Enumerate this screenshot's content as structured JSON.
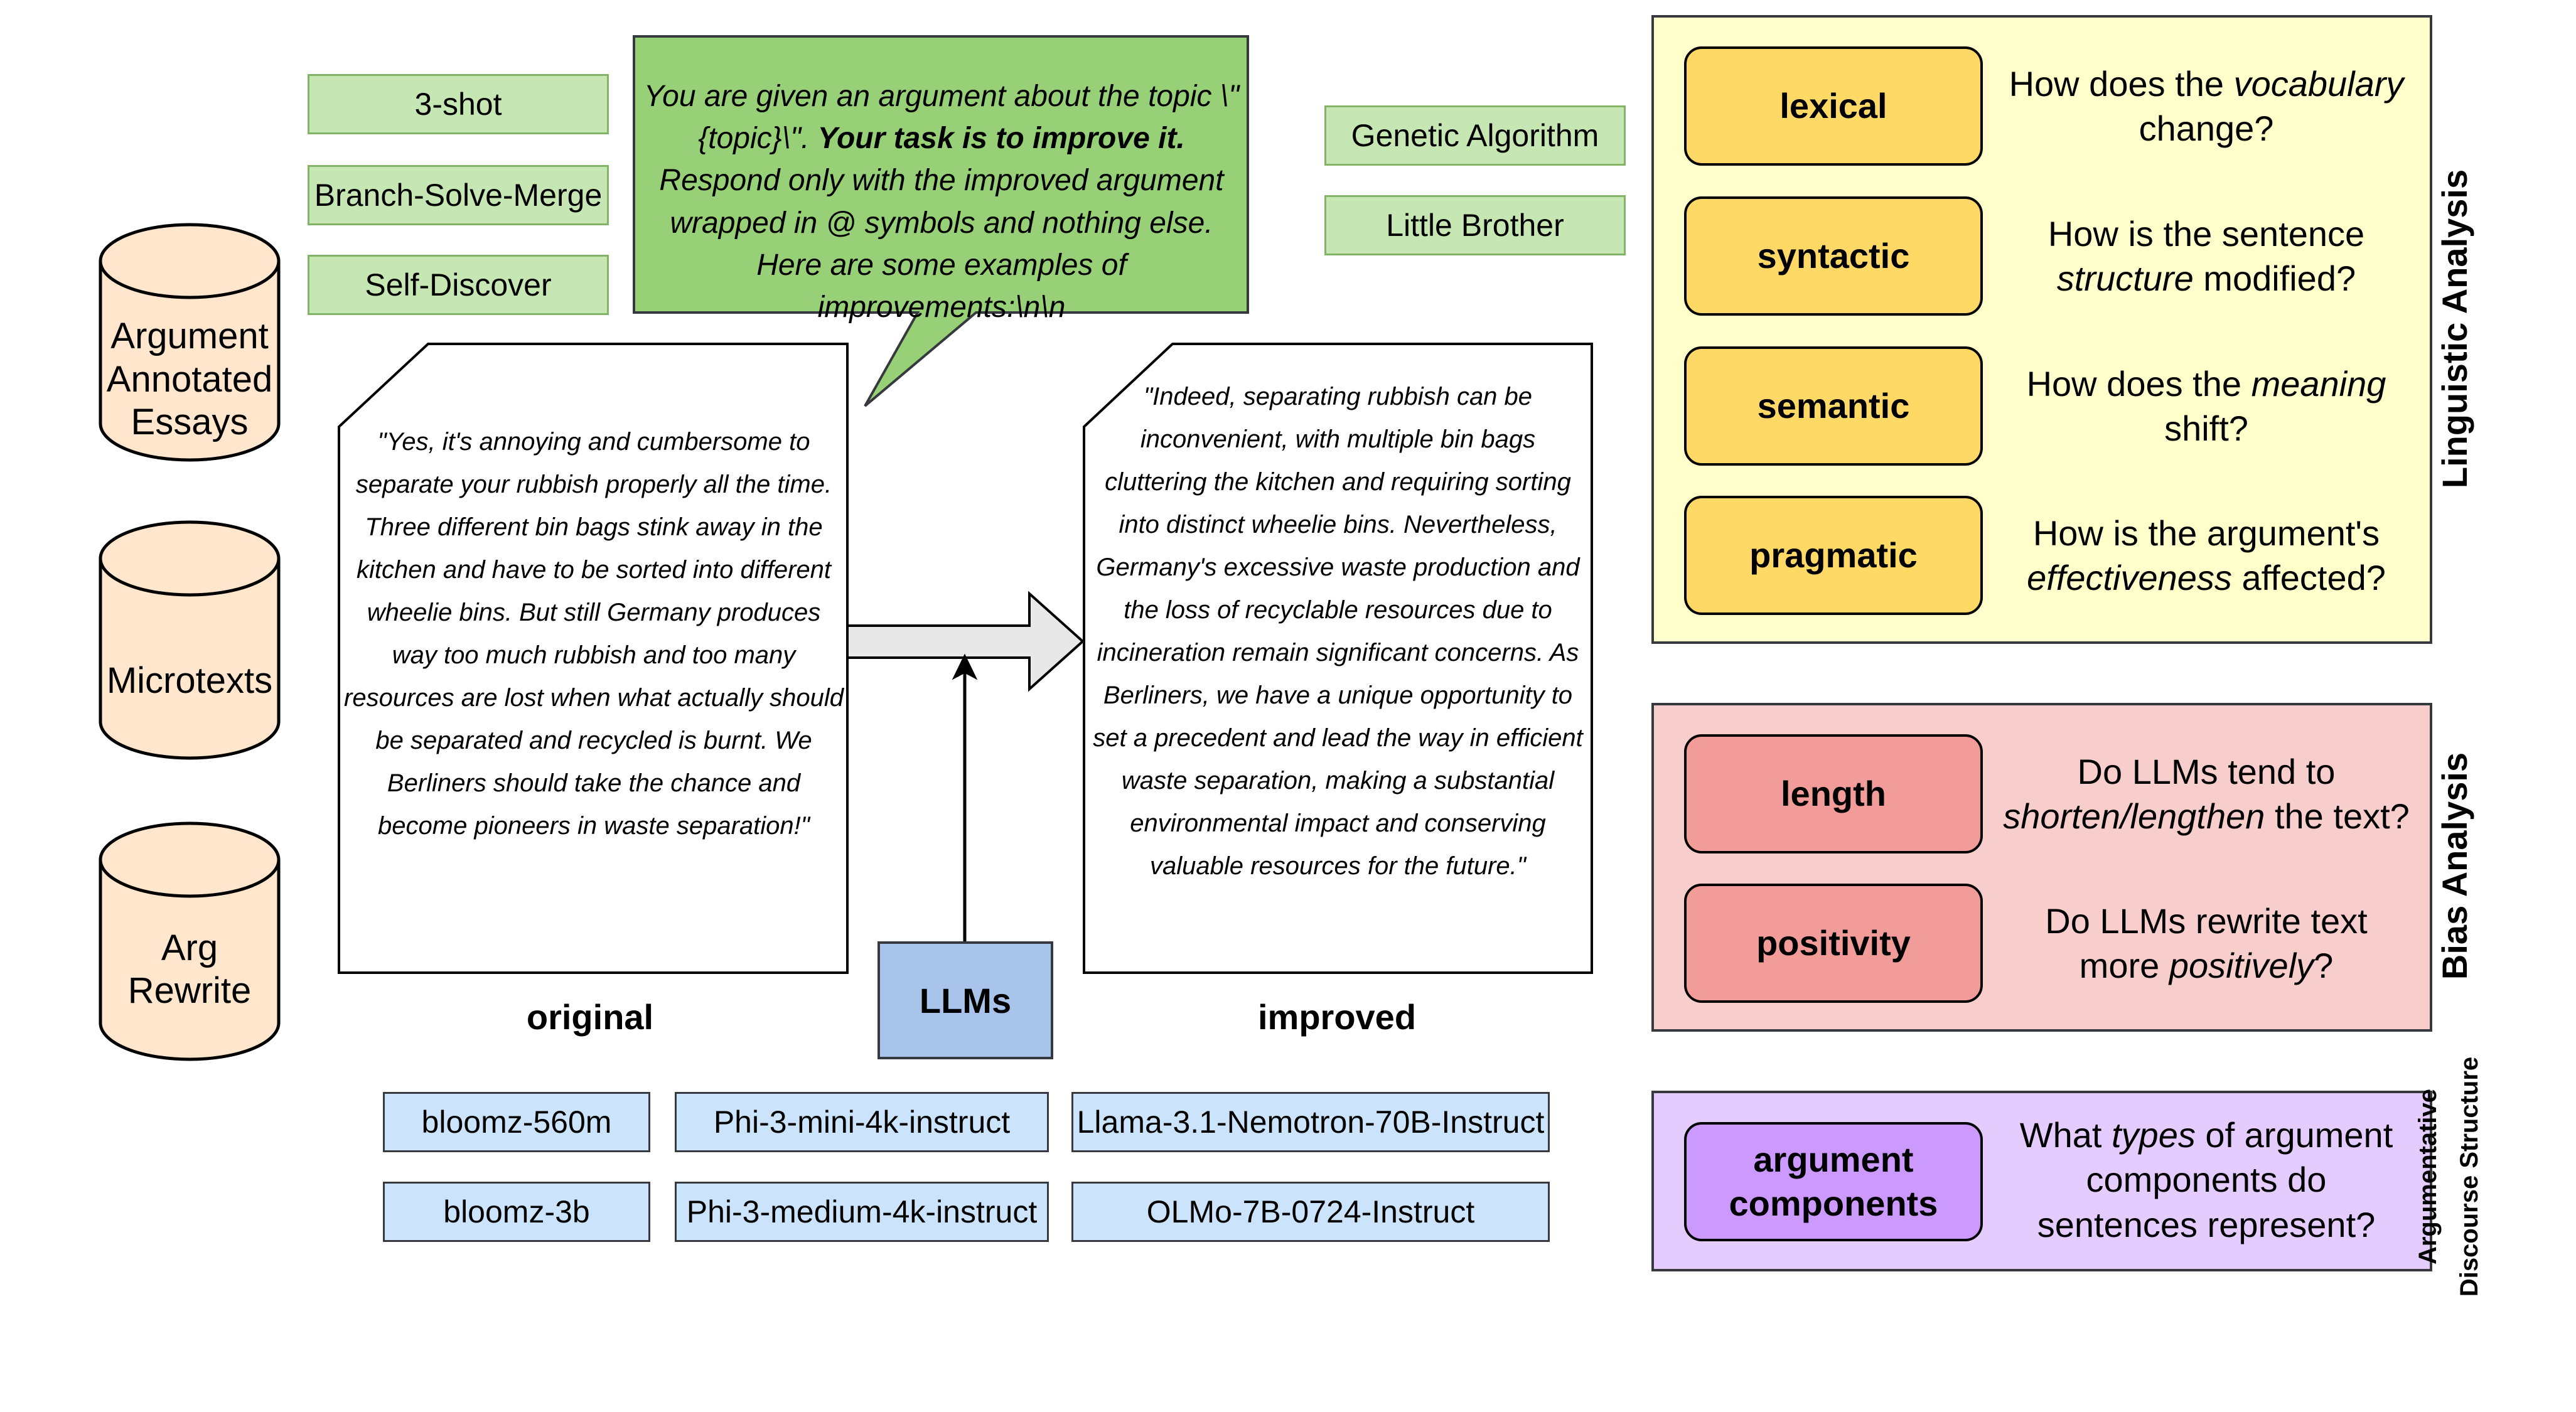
{
  "databases": [
    {
      "label": "Argument\nAnnotated\nEssays"
    },
    {
      "label": "Microtexts"
    },
    {
      "label": "Arg\nRewrite"
    }
  ],
  "methods_left": [
    "3-shot",
    "Branch-Solve-Merge",
    "Self-Discover"
  ],
  "methods_right": [
    "Genetic Algorithm",
    "Little Brother"
  ],
  "prompt": {
    "part1": "You are given an argument about the topic \\\"{topic}\\\". ",
    "bold": "Your task is to improve it.",
    "part2": " Respond only with the improved argument wrapped in @ symbols and nothing else. Here are some examples of improvements:\\n\\n"
  },
  "original": {
    "text": "\"Yes, it's annoying and cumbersome to separate your rubbish properly all the time. Three different bin bags stink away in the kitchen and have to be sorted into different wheelie bins. But still Germany produces way too much rubbish and too many resources are lost when what actually should be separated and recycled is burnt. We Berliners should take the chance and become pioneers in waste separation!\"",
    "caption": "original"
  },
  "improved": {
    "text": "\"Indeed, separating rubbish can be inconvenient, with multiple bin bags cluttering the kitchen and requiring sorting into distinct wheelie bins. Nevertheless, Germany's excessive waste production and the loss of recyclable resources due to incineration remain significant concerns. As Berliners, we have a unique opportunity to set a precedent and lead the way in efficient waste separation, making a substantial environmental impact and conserving valuable resources for the future.\"",
    "caption": "improved"
  },
  "llms_label": "LLMs",
  "models": [
    "bloomz-560m",
    "Phi-3-mini-4k-instruct",
    "Llama-3.1-Nemotron-70B-Instruct",
    "bloomz-3b",
    "Phi-3-medium-4k-instruct",
    "OLMo-7B-0724-Instruct"
  ],
  "linguistic": {
    "title": "Linguistic Analysis",
    "items": [
      {
        "category": "lexical",
        "q": [
          {
            "t": "How does the "
          },
          {
            "i": "vocabulary"
          },
          {
            "t": " change?"
          }
        ]
      },
      {
        "category": "syntactic",
        "q": [
          {
            "t": "How is the sentence "
          },
          {
            "i": "structure"
          },
          {
            "t": " modified?"
          }
        ]
      },
      {
        "category": "semantic",
        "q": [
          {
            "t": "How does the "
          },
          {
            "i": "meaning"
          },
          {
            "t": " shift?"
          }
        ]
      },
      {
        "category": "pragmatic",
        "q": [
          {
            "t": "How is the argument's "
          },
          {
            "i": "effectiveness"
          },
          {
            "t": " affected?"
          }
        ]
      }
    ]
  },
  "bias": {
    "title": "Bias Analysis",
    "items": [
      {
        "category": "length",
        "q": [
          {
            "t": "Do LLMs tend to "
          },
          {
            "i": "shorten/lengthen"
          },
          {
            "t": " the text?"
          }
        ]
      },
      {
        "category": "positivity",
        "q": [
          {
            "t": "Do LLMs rewrite text more "
          },
          {
            "i": "positively"
          },
          {
            "t": "?"
          }
        ]
      }
    ]
  },
  "discourse": {
    "title_line1": "Argumentative",
    "title_line2": "Discourse Structure",
    "items": [
      {
        "category": "argument\ncomponents",
        "q": [
          {
            "t": "What "
          },
          {
            "i": "types"
          },
          {
            "t": " of argument components do sentences represent?"
          }
        ]
      }
    ]
  },
  "colors": {
    "db_fill": "#ffe6cc",
    "method_fill": "#c6e7b3",
    "prompt_fill": "#97d077",
    "model_fill": "#cce4fb",
    "llm_fill": "#a9c4eb",
    "ling_bg": "#ffffcc",
    "ling_box": "#ffd966",
    "bias_bg": "#f8cecc",
    "bias_box": "#f19c99",
    "disc_bg": "#e5ccff",
    "disc_box": "#cc99ff"
  }
}
